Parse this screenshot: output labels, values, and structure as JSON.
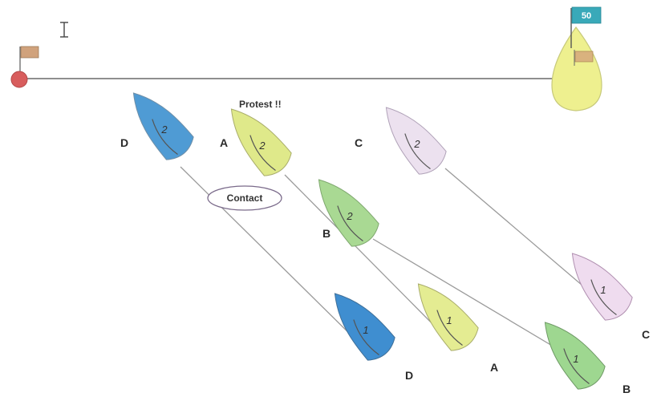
{
  "annotations": {
    "protest": "Protest !!",
    "contact": "Contact"
  },
  "committee_flag": {
    "text": "50"
  },
  "boats": [
    {
      "id": "D2",
      "letter": "D",
      "position": "2",
      "fill": "#4f9bd4"
    },
    {
      "id": "A2",
      "letter": "A",
      "position": "2",
      "fill": "#dfe98a"
    },
    {
      "id": "C2",
      "letter": "C",
      "position": "2",
      "fill": "#ece1ef"
    },
    {
      "id": "B2",
      "letter": "B",
      "position": "2",
      "fill": "#a9d993"
    },
    {
      "id": "D1",
      "letter": "D",
      "position": "1",
      "fill": "#3f8ed0"
    },
    {
      "id": "A1",
      "letter": "A",
      "position": "1",
      "fill": "#e4ec92"
    },
    {
      "id": "C1",
      "letter": "C",
      "position": "1",
      "fill": "#efdcef"
    },
    {
      "id": "B1",
      "letter": "B",
      "position": "1",
      "fill": "#9ed790"
    }
  ],
  "colors": {
    "committee_boat": "#eef08f",
    "committee_flag": "#39a9b9",
    "pin_buoy": "#d85d5d",
    "pin_flag": "#d0a27c",
    "start_line": "#6a6a6a",
    "track": "#9a9a9a"
  },
  "icons": {
    "cursor": "text-cursor-icon"
  }
}
